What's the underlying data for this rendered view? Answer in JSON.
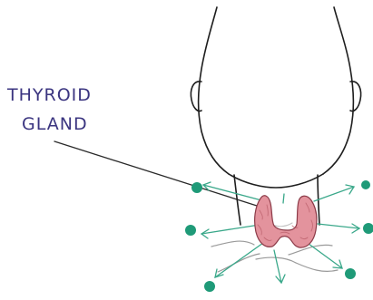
{
  "label": {
    "line1": "THYROID",
    "line2": "GLAND"
  },
  "colors": {
    "label_ink": "#3b3580",
    "outline": "#1e1e1e",
    "thyroid_fill": "#e3939d",
    "thyroid_stroke": "#8c3b48",
    "arrow": "#3aa88a",
    "dot": "#1f9a78"
  },
  "hormone_arrows": {
    "count": 8
  }
}
